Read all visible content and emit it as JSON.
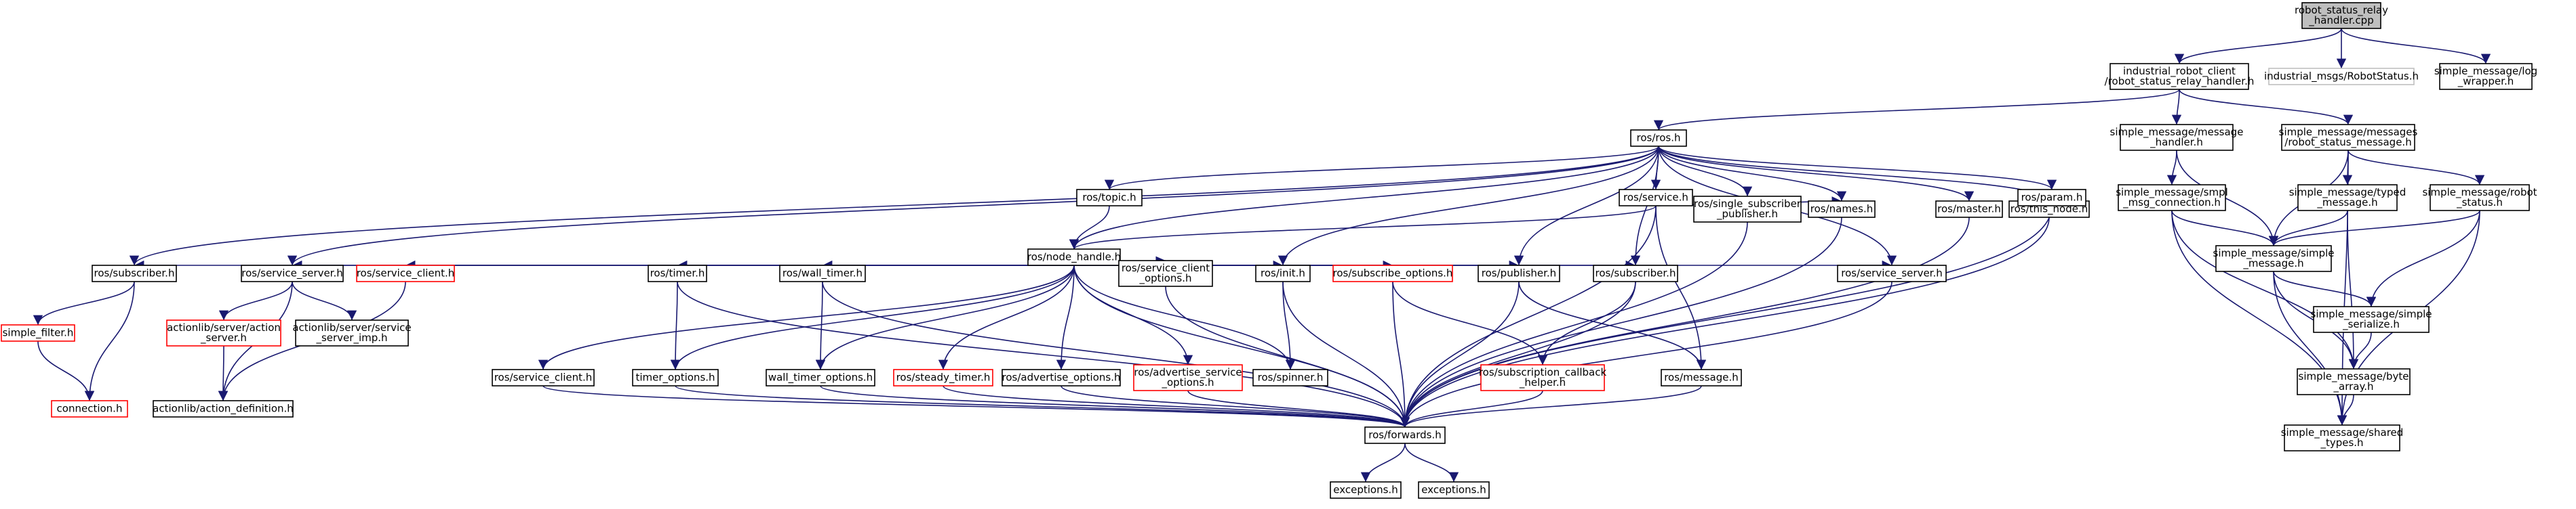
{
  "colors": {
    "edge": "#191970",
    "node_border_normal": "#000000",
    "node_border_missing": "#ff0000",
    "node_border_external": "#bfbfbf",
    "node_fill_root": "#bfbfbf",
    "node_fill": "#ffffff"
  },
  "nodes": [
    {
      "id": "root",
      "lines": [
        "robot_status_relay",
        "_handler.cpp"
      ],
      "kind": "root"
    },
    {
      "id": "irc",
      "lines": [
        "industrial_robot_client",
        "/robot_status_relay_handler.h"
      ],
      "kind": "normal"
    },
    {
      "id": "imsgs",
      "lines": [
        "industrial_msgs/RobotStatus.h"
      ],
      "kind": "external"
    },
    {
      "id": "smlog",
      "lines": [
        "simple_message/log",
        "_wrapper.h"
      ],
      "kind": "normal"
    },
    {
      "id": "rosh",
      "lines": [
        "ros/ros.h"
      ],
      "kind": "normal"
    },
    {
      "id": "smmh",
      "lines": [
        "simple_message/message",
        "_handler.h"
      ],
      "kind": "normal"
    },
    {
      "id": "smrsm",
      "lines": [
        "simple_message/messages",
        "/robot_status_message.h"
      ],
      "kind": "normal"
    },
    {
      "id": "topic",
      "lines": [
        "ros/topic.h"
      ],
      "kind": "normal"
    },
    {
      "id": "service",
      "lines": [
        "ros/service.h"
      ],
      "kind": "normal"
    },
    {
      "id": "single",
      "lines": [
        "ros/single_subscriber",
        "_publisher.h"
      ],
      "kind": "normal"
    },
    {
      "id": "names",
      "lines": [
        "ros/names.h"
      ],
      "kind": "normal"
    },
    {
      "id": "master",
      "lines": [
        "ros/master.h"
      ],
      "kind": "normal"
    },
    {
      "id": "thisnode",
      "lines": [
        "ros/this_node.h"
      ],
      "kind": "normal"
    },
    {
      "id": "param",
      "lines": [
        "ros/param.h"
      ],
      "kind": "normal"
    },
    {
      "id": "smsmc",
      "lines": [
        "simple_message/smpl",
        "_msg_connection.h"
      ],
      "kind": "normal"
    },
    {
      "id": "smtm",
      "lines": [
        "simple_message/typed",
        "_message.h"
      ],
      "kind": "normal"
    },
    {
      "id": "smrs",
      "lines": [
        "simple_message/robot",
        "_status.h"
      ],
      "kind": "normal"
    },
    {
      "id": "nodeh",
      "lines": [
        "ros/node_handle.h"
      ],
      "kind": "normal"
    },
    {
      "id": "smsimple",
      "lines": [
        "simple_message/simple",
        "_message.h"
      ],
      "kind": "normal"
    },
    {
      "id": "subscriberL",
      "lines": [
        "ros/subscriber.h"
      ],
      "kind": "normal"
    },
    {
      "id": "srvserverL",
      "lines": [
        "ros/service_server.h"
      ],
      "kind": "normal"
    },
    {
      "id": "srvclient",
      "lines": [
        "ros/service_client.h"
      ],
      "kind": "missing"
    },
    {
      "id": "timer",
      "lines": [
        "ros/timer.h"
      ],
      "kind": "normal"
    },
    {
      "id": "walltimer",
      "lines": [
        "ros/wall_timer.h"
      ],
      "kind": "normal"
    },
    {
      "id": "srvclientopt",
      "lines": [
        "ros/service_client",
        "_options.h"
      ],
      "kind": "normal"
    },
    {
      "id": "init",
      "lines": [
        "ros/init.h"
      ],
      "kind": "normal"
    },
    {
      "id": "subopt",
      "lines": [
        "ros/subscribe_options.h"
      ],
      "kind": "missing"
    },
    {
      "id": "publisher",
      "lines": [
        "ros/publisher.h"
      ],
      "kind": "normal"
    },
    {
      "id": "subscriberR",
      "lines": [
        "ros/subscriber.h"
      ],
      "kind": "normal"
    },
    {
      "id": "srvserverR",
      "lines": [
        "ros/service_server.h"
      ],
      "kind": "normal"
    },
    {
      "id": "smser",
      "lines": [
        "simple_message/simple",
        "_serialize.h"
      ],
      "kind": "normal"
    },
    {
      "id": "simplefilter",
      "lines": [
        "simple_filter.h"
      ],
      "kind": "missing"
    },
    {
      "id": "alserver",
      "lines": [
        "actionlib/server/action",
        "_server.h"
      ],
      "kind": "missing"
    },
    {
      "id": "alserverimp",
      "lines": [
        "actionlib/server/service",
        "_server_imp.h"
      ],
      "kind": "normal"
    },
    {
      "id": "rossrvclienth",
      "lines": [
        "ros/service_client.h"
      ],
      "kind": "normal"
    },
    {
      "id": "timeropt",
      "lines": [
        "timer_options.h"
      ],
      "kind": "normal"
    },
    {
      "id": "walltimeropt",
      "lines": [
        "wall_timer_options.h"
      ],
      "kind": "normal"
    },
    {
      "id": "steadytimer",
      "lines": [
        "ros/steady_timer.h"
      ],
      "kind": "missing"
    },
    {
      "id": "advopt",
      "lines": [
        "ros/advertise_options.h"
      ],
      "kind": "normal"
    },
    {
      "id": "advsrvopt",
      "lines": [
        "ros/advertise_service",
        "_options.h"
      ],
      "kind": "missing"
    },
    {
      "id": "spinner",
      "lines": [
        "ros/spinner.h"
      ],
      "kind": "normal"
    },
    {
      "id": "subcb",
      "lines": [
        "ros/subscription_callback",
        "_helper.h"
      ],
      "kind": "missing"
    },
    {
      "id": "message",
      "lines": [
        "ros/message.h"
      ],
      "kind": "normal"
    },
    {
      "id": "smbyte",
      "lines": [
        "simple_message/byte",
        "_array.h"
      ],
      "kind": "normal"
    },
    {
      "id": "connection",
      "lines": [
        "connection.h"
      ],
      "kind": "missing"
    },
    {
      "id": "aldef",
      "lines": [
        "actionlib/action_definition.h"
      ],
      "kind": "normal"
    },
    {
      "id": "forwards",
      "lines": [
        "ros/forwards.h"
      ],
      "kind": "normal"
    },
    {
      "id": "smshared",
      "lines": [
        "simple_message/shared",
        "_types.h"
      ],
      "kind": "normal"
    },
    {
      "id": "exc1",
      "lines": [
        "exceptions.h"
      ],
      "kind": "normal"
    },
    {
      "id": "exc2",
      "lines": [
        "exceptions.h"
      ],
      "kind": "normal"
    }
  ],
  "edges": [
    [
      "root",
      "irc"
    ],
    [
      "root",
      "imsgs"
    ],
    [
      "root",
      "smlog"
    ],
    [
      "irc",
      "rosh"
    ],
    [
      "irc",
      "smmh"
    ],
    [
      "irc",
      "smrsm"
    ],
    [
      "rosh",
      "topic"
    ],
    [
      "rosh",
      "nodeh"
    ],
    [
      "rosh",
      "service"
    ],
    [
      "rosh",
      "single"
    ],
    [
      "rosh",
      "names"
    ],
    [
      "rosh",
      "master"
    ],
    [
      "rosh",
      "thisnode"
    ],
    [
      "rosh",
      "param"
    ],
    [
      "rosh",
      "subscriberL"
    ],
    [
      "rosh",
      "srvserverL"
    ],
    [
      "rosh",
      "init"
    ],
    [
      "rosh",
      "publisher"
    ],
    [
      "rosh",
      "subscriberR"
    ],
    [
      "rosh",
      "srvserverR"
    ],
    [
      "topic",
      "nodeh"
    ],
    [
      "service",
      "nodeh"
    ],
    [
      "service",
      "names"
    ],
    [
      "service",
      "message"
    ],
    [
      "service",
      "forwards"
    ],
    [
      "single",
      "forwards"
    ],
    [
      "names",
      "forwards"
    ],
    [
      "master",
      "forwards"
    ],
    [
      "thisnode",
      "forwards"
    ],
    [
      "param",
      "forwards"
    ],
    [
      "smmh",
      "smsimple"
    ],
    [
      "smmh",
      "smsmc"
    ],
    [
      "smrsm",
      "smsimple"
    ],
    [
      "smrsm",
      "smtm"
    ],
    [
      "smrsm",
      "smrs"
    ],
    [
      "smrsm",
      "smshared"
    ],
    [
      "smsmc",
      "smsimple"
    ],
    [
      "smsmc",
      "smbyte"
    ],
    [
      "smsmc",
      "smshared"
    ],
    [
      "smtm",
      "smsimple"
    ],
    [
      "smtm",
      "smbyte"
    ],
    [
      "smrs",
      "smsimple"
    ],
    [
      "smrs",
      "smser"
    ],
    [
      "smrs",
      "smshared"
    ],
    [
      "smsimple",
      "smser"
    ],
    [
      "smsimple",
      "smbyte"
    ],
    [
      "smsimple",
      "smshared"
    ],
    [
      "smser",
      "smbyte"
    ],
    [
      "smbyte",
      "smshared"
    ],
    [
      "nodeh",
      "subscriberL"
    ],
    [
      "nodeh",
      "srvserverL"
    ],
    [
      "nodeh",
      "srvclient"
    ],
    [
      "nodeh",
      "timer"
    ],
    [
      "nodeh",
      "walltimer"
    ],
    [
      "nodeh",
      "srvclientopt"
    ],
    [
      "nodeh",
      "init"
    ],
    [
      "nodeh",
      "subopt"
    ],
    [
      "nodeh",
      "publisher"
    ],
    [
      "nodeh",
      "subscriberR"
    ],
    [
      "nodeh",
      "srvserverR"
    ],
    [
      "nodeh",
      "rossrvclienth"
    ],
    [
      "nodeh",
      "timeropt"
    ],
    [
      "nodeh",
      "walltimeropt"
    ],
    [
      "nodeh",
      "steadytimer"
    ],
    [
      "nodeh",
      "advopt"
    ],
    [
      "nodeh",
      "advsrvopt"
    ],
    [
      "nodeh",
      "spinner"
    ],
    [
      "nodeh",
      "forwards"
    ],
    [
      "subscriberL",
      "simplefilter"
    ],
    [
      "subscriberL",
      "connection"
    ],
    [
      "simplefilter",
      "connection"
    ],
    [
      "srvserverL",
      "alserver"
    ],
    [
      "srvserverL",
      "alserverimp"
    ],
    [
      "srvserverL",
      "aldef"
    ],
    [
      "alserver",
      "aldef"
    ],
    [
      "srvclient",
      "aldef"
    ],
    [
      "timer",
      "timeropt"
    ],
    [
      "timer",
      "forwards"
    ],
    [
      "walltimer",
      "walltimeropt"
    ],
    [
      "walltimer",
      "forwards"
    ],
    [
      "srvclientopt",
      "forwards"
    ],
    [
      "init",
      "spinner"
    ],
    [
      "init",
      "forwards"
    ],
    [
      "subopt",
      "subcb"
    ],
    [
      "subopt",
      "forwards"
    ],
    [
      "publisher",
      "message"
    ],
    [
      "publisher",
      "forwards"
    ],
    [
      "subscriberR",
      "subcb"
    ],
    [
      "subscriberR",
      "forwards"
    ],
    [
      "srvserverR",
      "forwards"
    ],
    [
      "rossrvclienth",
      "forwards"
    ],
    [
      "timeropt",
      "forwards"
    ],
    [
      "walltimeropt",
      "forwards"
    ],
    [
      "steadytimer",
      "forwards"
    ],
    [
      "advopt",
      "forwards"
    ],
    [
      "advsrvopt",
      "forwards"
    ],
    [
      "subcb",
      "forwards"
    ],
    [
      "message",
      "forwards"
    ],
    [
      "forwards",
      "exc1"
    ],
    [
      "forwards",
      "exc2"
    ]
  ]
}
